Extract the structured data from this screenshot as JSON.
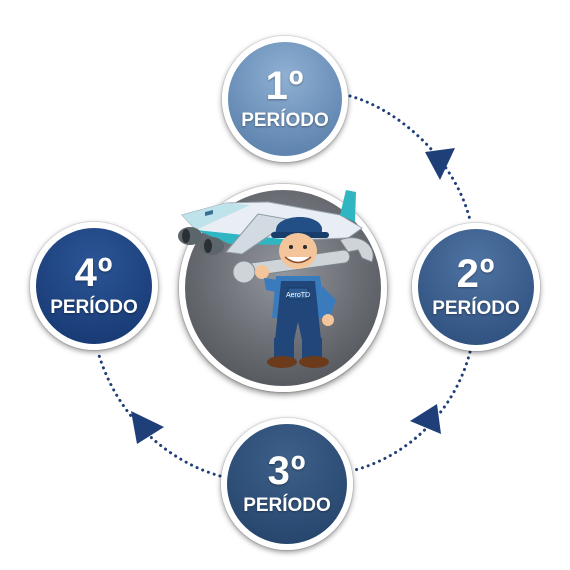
{
  "periods": [
    {
      "number": "1º",
      "label": "PERÍODO"
    },
    {
      "number": "2º",
      "label": "PERÍODO"
    },
    {
      "number": "3º",
      "label": "PERÍODO"
    },
    {
      "number": "4º",
      "label": "PERÍODO"
    }
  ],
  "illustration": {
    "badge_text": "AeroTD",
    "icon": "mechanic-with-airplane-and-wrench"
  },
  "colors": {
    "period1": "#6d90b9",
    "period2": "#36598a",
    "period3": "#2a4a72",
    "period4": "#1c407c",
    "arrows": "#1f3f78"
  }
}
